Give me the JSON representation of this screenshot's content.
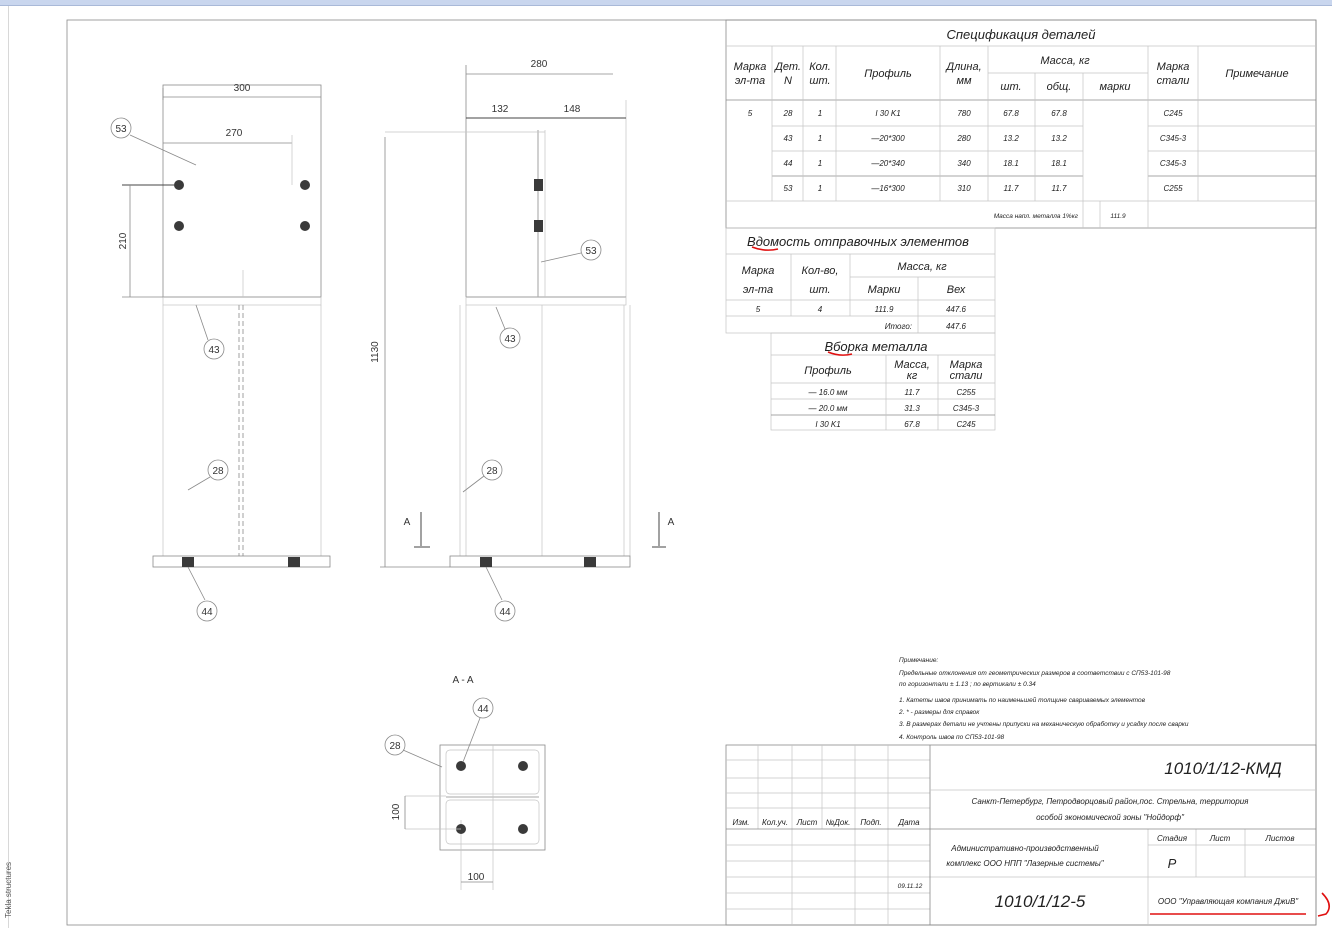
{
  "app_label": "Tekla structures",
  "spec_table": {
    "title": "Спецификация деталей",
    "headers": {
      "mark_l1": "Марка",
      "mark_l2": "эл-та",
      "det_l1": "Дет.",
      "det_l2": "N",
      "qty_l1": "Кол.",
      "qty_l2": "шт.",
      "profile": "Профиль",
      "length_l1": "Длина,",
      "length_l2": "мм",
      "mass": "Масса, кг",
      "mass_pc": "шт.",
      "mass_total": "общ.",
      "mass_mark": "марки",
      "steel_l1": "Марка",
      "steel_l2": "стали",
      "note": "Примечание"
    },
    "element_mark": "5",
    "rows": [
      {
        "det": "28",
        "qty": "1",
        "profile": "I 30 K1",
        "length": "780",
        "mass_pc": "67.8",
        "mass_total": "67.8",
        "steel": "C245"
      },
      {
        "det": "43",
        "qty": "1",
        "profile": "—20*300",
        "length": "280",
        "mass_pc": "13.2",
        "mass_total": "13.2",
        "steel": "C345-3"
      },
      {
        "det": "44",
        "qty": "1",
        "profile": "—20*340",
        "length": "340",
        "mass_pc": "18.1",
        "mass_total": "18.1",
        "steel": "C345-3"
      },
      {
        "det": "53",
        "qty": "1",
        "profile": "—16*300",
        "length": "310",
        "mass_pc": "11.7",
        "mass_total": "11.7",
        "steel": "C255"
      }
    ],
    "weld_label": "Масса напл. металла 1%кг",
    "weld_value": "111.9"
  },
  "shipping_table": {
    "title": "Вдомость отправочных элементов",
    "headers": {
      "mark_l1": "Марка",
      "mark_l2": "эл-та",
      "qty_l1": "Кол-во,",
      "qty_l2": "шт.",
      "mass": "Масса, кг",
      "mass_mark": "Марки",
      "mass_all": "Вех"
    },
    "row": {
      "mark": "5",
      "qty": "4",
      "mass_mark": "111.9",
      "mass_all": "447.6"
    },
    "total_label": "Итого:",
    "total_value": "447.6"
  },
  "metal_table": {
    "title": "Вборка металла",
    "headers": {
      "profile": "Профиль",
      "mass_l1": "Масса,",
      "mass_l2": "кг",
      "steel_l1": "Марка",
      "steel_l2": "стали"
    },
    "rows": [
      {
        "profile": "— 16.0 мм",
        "mass": "11.7",
        "steel": "C255"
      },
      {
        "profile": "— 20.0 мм",
        "mass": "31.3",
        "steel": "C345-3"
      },
      {
        "profile": "I 30 K1",
        "mass": "67.8",
        "steel": "C245"
      }
    ]
  },
  "notes": {
    "heading": "Примечание:",
    "line1": "Предельные отклонения от геометрических размеров в соответствии с СП53-101-98",
    "line2": "по горизонтали  ±  1.13    ;  по вертикали  ±  0.34",
    "items": [
      "1. Катеты швов принимать по наименьшей толщине свариваемых элементов",
      "2. * - размеры для справок",
      "3. В размерах детали не учтены припуски на механическую обработку  и усадку  после сварки",
      "4. Контроль швов по СП53-101-98"
    ]
  },
  "title_block": {
    "doc_code": "1010/1/12-КМД",
    "address_l1": "Санкт-Петербург, Петродворцовый район,пос. Стрельна, территория",
    "address_l2": "особой экономической зоны \"Нойдорф\"",
    "project_l1": "Административно-производственный",
    "project_l2": "комплекс ООО НПП \"Лазерные системы\"",
    "columns": [
      "Изм.",
      "Кол.уч.",
      "Лист",
      "№Док.",
      "Подп.",
      "Дата"
    ],
    "stage_label": "Стадия",
    "sheet_label": "Лист",
    "sheets_label": "Листов",
    "stage": "Р",
    "date": "09.11.12",
    "drawing_code": "1010/1/12-5",
    "company": "ООО \"Управляющая компания ДжиВ\""
  },
  "drawing": {
    "front": {
      "dim_width": "300",
      "dim_holes": "270",
      "dim_vert": "210",
      "labels": [
        "53",
        "43",
        "28",
        "44"
      ]
    },
    "side": {
      "dim_width": "280",
      "dim_left": "132",
      "dim_right": "148",
      "dim_height": "1130",
      "labels": [
        "53",
        "43",
        "28",
        "44"
      ]
    },
    "section_marker": "A",
    "section": {
      "title": "A - A",
      "dim_h": "100",
      "dim_v": "100",
      "labels": [
        "44",
        "28"
      ]
    }
  },
  "colors": {
    "annotation": "#e01010",
    "topbar": "#c9d6ee"
  }
}
